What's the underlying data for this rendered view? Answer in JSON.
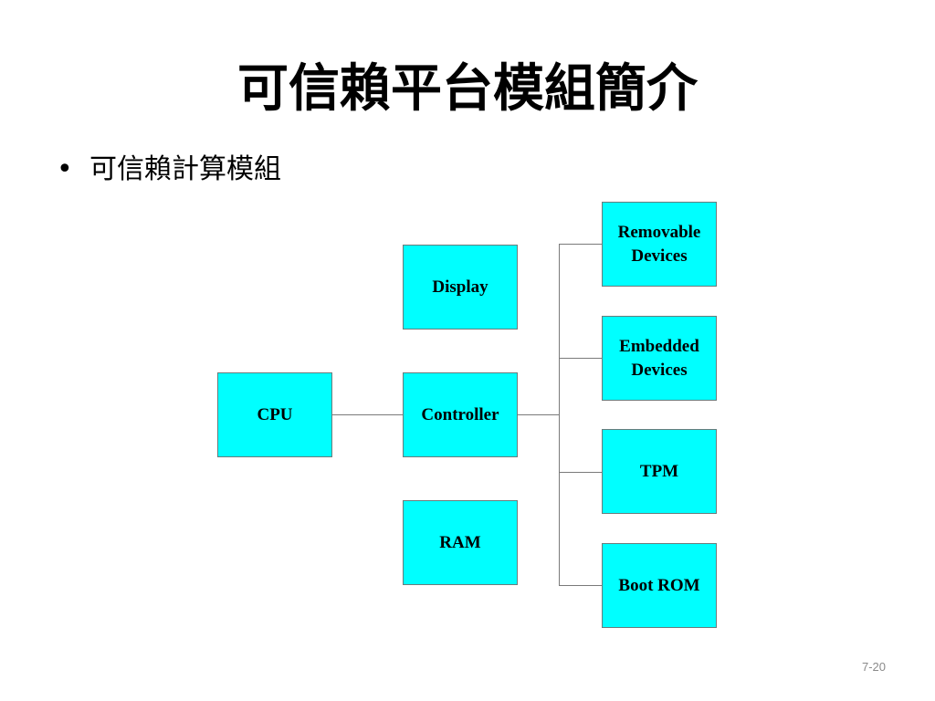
{
  "slide": {
    "title": "可信賴平台模組簡介",
    "bullet_symbol": "•",
    "bullet_text": "可信賴計算模組",
    "page_number": "7-20"
  },
  "diagram": {
    "nodes": {
      "cpu": "CPU",
      "controller": "Controller",
      "display": "Display",
      "ram": "RAM",
      "removable_devices": "Removable\nDevices",
      "embedded_devices": "Embedded\nDevices",
      "tpm": "TPM",
      "boot_rom": "Boot ROM"
    },
    "edges": [
      [
        "cpu",
        "controller"
      ],
      [
        "controller",
        "removable_devices"
      ],
      [
        "controller",
        "embedded_devices"
      ],
      [
        "controller",
        "tpm"
      ],
      [
        "controller",
        "boot_rom"
      ]
    ],
    "box_color": "#00ffff",
    "line_color": "#7a7a7a"
  }
}
